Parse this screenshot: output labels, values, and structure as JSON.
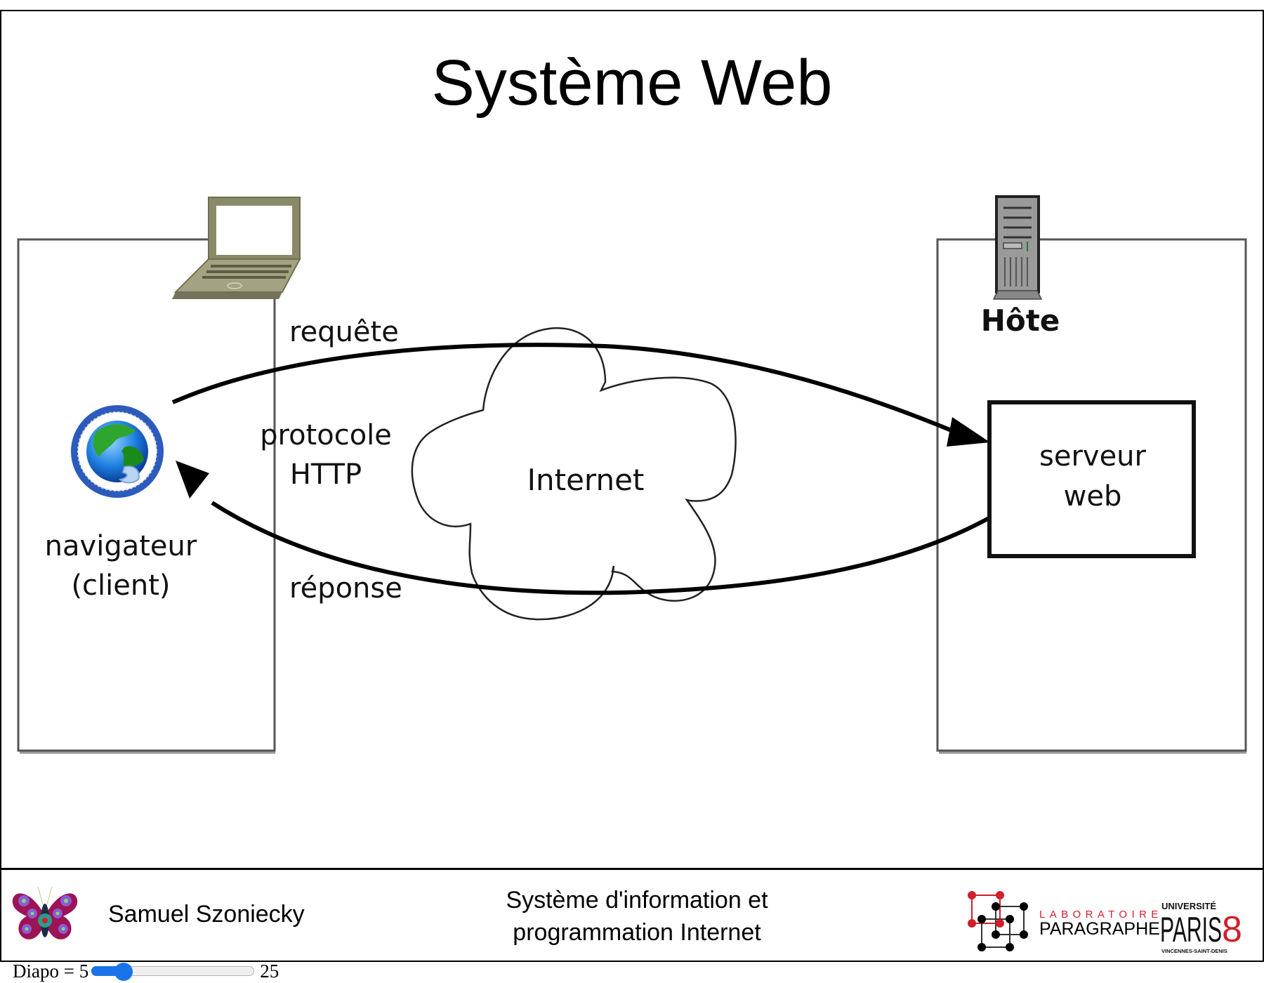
{
  "slide": {
    "title": "Système Web",
    "diagram": {
      "client_label_line1": "navigateur",
      "client_label_line2": "(client)",
      "request_label": "requête",
      "protocol_line1": "protocole",
      "protocol_line2": "HTTP",
      "response_label": "réponse",
      "cloud_label": "Internet",
      "host_label": "Hôte",
      "server_line1": "serveur",
      "server_line2": "web",
      "icons": {
        "laptop": "laptop-icon",
        "server": "server-tower-icon",
        "browser": "browser-globe-icon"
      },
      "colors": {
        "laptop": "#8a8a6a",
        "globe_ring": "#2c5bbd",
        "globe_land": "#2ea52e",
        "globe_sea": "#1f7fe0"
      }
    }
  },
  "footer": {
    "author": "Samuel Szoniecky",
    "course_line1": "Système d'information et",
    "course_line2": "programmation Internet",
    "lab_line1": "LABORATOIRE",
    "lab_line2": "PARAGRAPHE",
    "univ_top": "UNIVERSITÉ",
    "univ_main": "PARIS",
    "univ_num": "8",
    "univ_sub": "VINCENNES-SAINT-DENIS",
    "accent_color": "#d11f2b"
  },
  "navigation": {
    "label": "Diapo = 5",
    "current": 5,
    "min": 1,
    "max": 25,
    "max_label": "25",
    "accent_color": "#1a73e8"
  }
}
